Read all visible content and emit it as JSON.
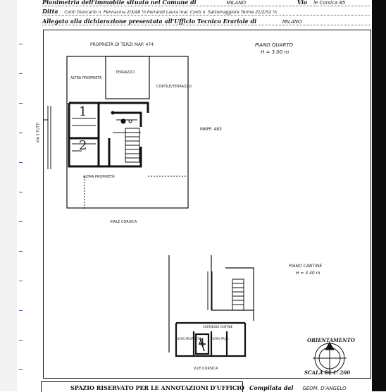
{
  "header": {
    "line1_label": "Planimetria dell'immobile situato nel Comune di",
    "line1_comune": "MILANO",
    "line1_via_label": "Via",
    "line1_via_value": "le Corsica 85",
    "line2_label": "Ditta",
    "line2_value": "Conti Giancarlo n. Pennacina 2/3/48 ½  Ferrandi Laura mar. Conti n. Salsomaggiore Terme 21/2/52 ½",
    "line3_label": "Allegata alla dichiarazione presentata all'Ufficio Tecnico Erariale di",
    "line3_value": "MILANO"
  },
  "plan_upper": {
    "proprieta_terzi": "PROPRIETÀ DI TERZI   MAP. 474",
    "altra_proprieta": "ALTRA PROPRIETÀ",
    "terrazzo": "TERRAZZO",
    "cortile": "CORTILE/TERRAZZO",
    "altra_proprieta_bottom": "ALTRA PROPRIETÀ",
    "via_side": "VIA 5 TUTTI",
    "map": "MAPP. 483",
    "street": "VIALE CORSICA",
    "room1": "1",
    "room2": "2",
    "piano": "PIANO QUARTO",
    "height": "H = 3.00 m"
  },
  "plan_lower": {
    "piano": "PIANO CANTINE",
    "height": "H = 3.40 m",
    "label1": "CORRIDOIO CANTINE",
    "label2": "ALTRA PROPRIETÀ",
    "label3": "ALTRA PROP.",
    "cellar": "4",
    "street": "V.LE CORSICA"
  },
  "orientation": {
    "title": "ORIENTAMENTO",
    "north": "N"
  },
  "scale": "SCALA DI 1: 200",
  "footer": {
    "reserved": "SPAZIO RISERVATO PER LE ANNOTAZIONI D'UFFICIO",
    "compiled_label": "Compilata dal",
    "compiled_value": "GEOM. D'ANGELO"
  }
}
